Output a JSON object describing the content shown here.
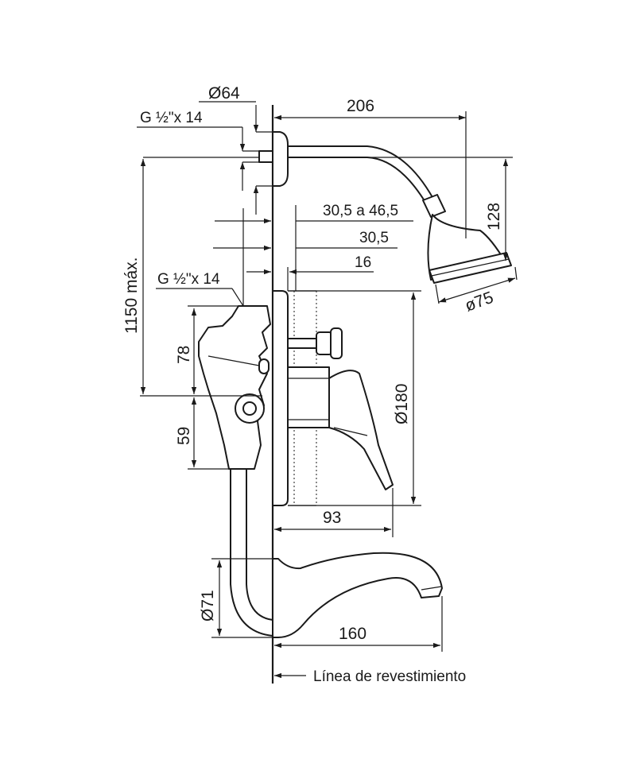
{
  "dimensions": {
    "d64": "Ø64",
    "d206": "206",
    "thread_top": "G ½\"x 14",
    "range_30_46": "30,5 a 46,5",
    "d30_5": "30,5",
    "d16": "16",
    "d128": "128",
    "d75": "ø75",
    "d1150": "1150 máx.",
    "thread_mid": "G ½\"x 14",
    "d78": "78",
    "d180": "Ø180",
    "d59": "59",
    "d93": "93",
    "d71": "Ø71",
    "d160": "160"
  },
  "labels": {
    "finish_line": "Línea de revestimiento"
  }
}
